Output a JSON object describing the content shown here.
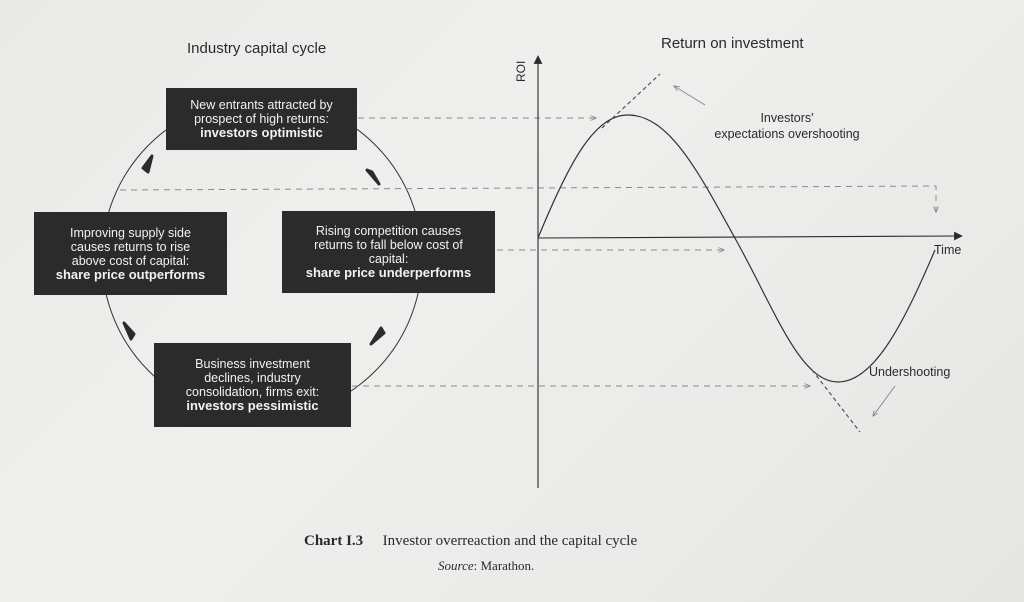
{
  "left_title": "Industry capital cycle",
  "right_title": "Return on investment",
  "boxes": {
    "top": {
      "lines": [
        "New entrants attracted by",
        "prospect of high returns:"
      ],
      "bold": "investors optimistic"
    },
    "right": {
      "lines": [
        "Rising competition causes",
        "returns to fall below cost of",
        "capital:"
      ],
      "bold": "share price underperforms"
    },
    "bottom": {
      "lines": [
        "Business investment",
        "declines, industry",
        "consolidation, firms exit:"
      ],
      "bold": "investors pessimistic"
    },
    "left": {
      "lines": [
        "Improving supply side",
        "causes returns to rise",
        "above cost of capital:"
      ],
      "bold": "share price outperforms"
    }
  },
  "chart": {
    "y_axis_label": "ROI",
    "x_axis_label": "Time",
    "annotation_over": [
      "Investors'",
      "expectations overshooting"
    ],
    "annotation_under": "Undershooting"
  },
  "caption": {
    "chart_number": "Chart I.3",
    "chart_title": "Investor overreaction and the capital cycle",
    "source_label": "Source",
    "source_value": ": Marathon."
  },
  "colors": {
    "box_fill": "#2b2b2b",
    "box_text": "#f2f2f2",
    "line": "#333333",
    "dash": "#888888"
  }
}
